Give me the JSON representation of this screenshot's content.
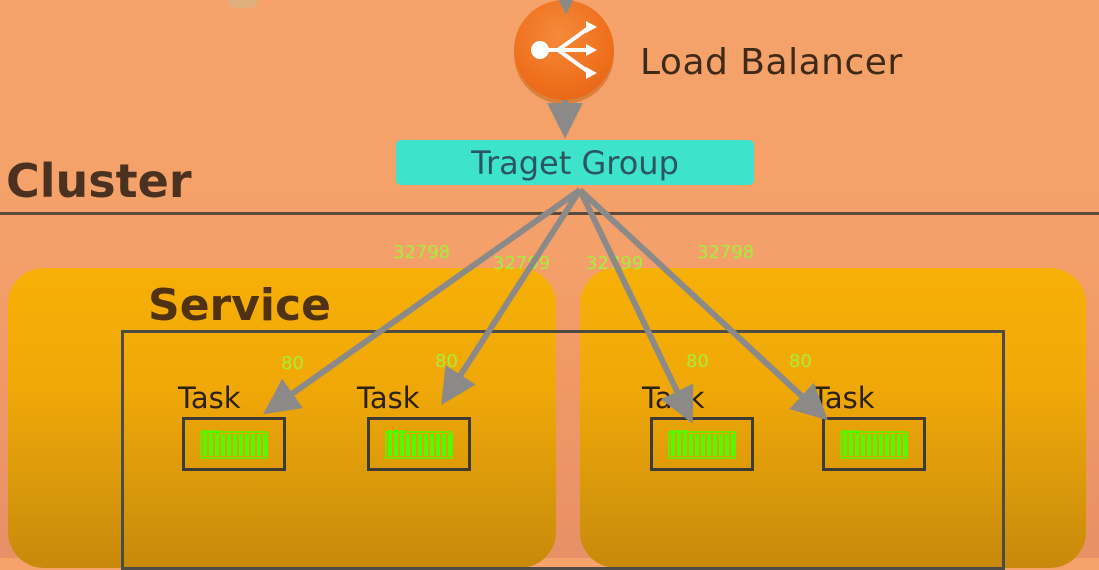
{
  "diagram": {
    "load_balancer": {
      "label": "Load Balancer",
      "icon": "load-balancer-icon"
    },
    "target_group": {
      "label": "Traget Group"
    },
    "cluster": {
      "label": "Cluster"
    },
    "service": {
      "label": "Service"
    },
    "tasks": [
      {
        "label": "Task",
        "container_port": "80"
      },
      {
        "label": "Task",
        "container_port": "80"
      },
      {
        "label": "Task",
        "container_port": "80"
      },
      {
        "label": "Task",
        "container_port": "80"
      }
    ],
    "host_ports": [
      "32798",
      "32799",
      "32799",
      "32798"
    ],
    "colors": {
      "background": "#f4a06a",
      "target_group": "#3ee3cc",
      "panel": "#f0a808",
      "arrow": "#8c8a88",
      "port_text": "#a6ee3a",
      "container_icon": "#4cff00"
    }
  }
}
